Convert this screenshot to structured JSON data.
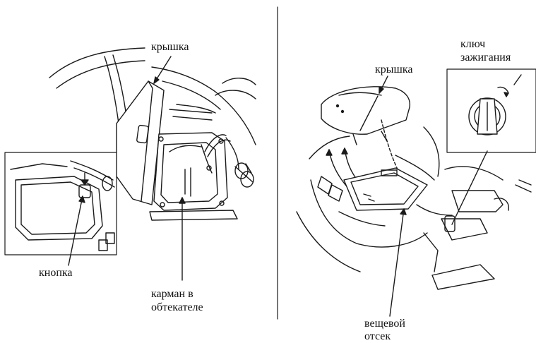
{
  "labels": {
    "left_lid": "крышка",
    "button": "кнопка",
    "fairing_pocket_1": "карман в",
    "fairing_pocket_2": "обтекателе",
    "right_lid": "крышка",
    "ignition_key_1": "ключ",
    "ignition_key_2": "зажигания",
    "storage_1": "вещевой",
    "storage_2": "отсек"
  }
}
